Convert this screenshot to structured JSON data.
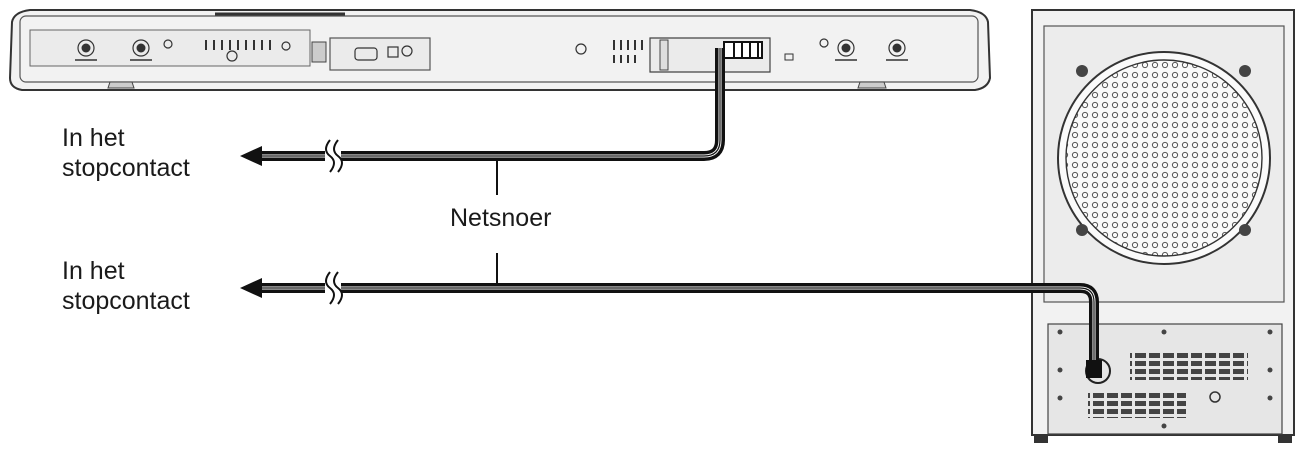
{
  "labels": {
    "outlet_top_line1": "In het",
    "outlet_top_line2": "stopcontact",
    "outlet_bottom_line1": "In het",
    "outlet_bottom_line2": "stopcontact",
    "power_cord": "Netsnoer"
  },
  "colors": {
    "cable": "#111111",
    "device_outline": "#333333",
    "device_fill": "#f2f2f2",
    "panel_fill": "#e6e6e6"
  },
  "icons": [
    "soundbar",
    "subwoofer",
    "arrow-left-icon",
    "cable-break-icon",
    "power-plug-icon"
  ]
}
